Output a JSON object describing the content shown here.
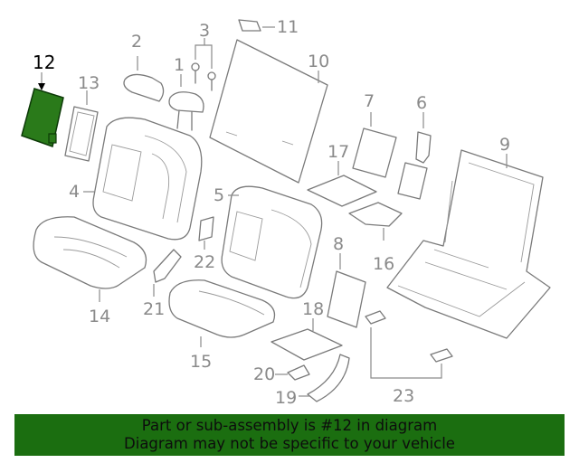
{
  "callouts": {
    "c1": "1",
    "c2": "2",
    "c3": "3",
    "c4": "4",
    "c5": "5",
    "c6": "6",
    "c7": "7",
    "c8": "8",
    "c9": "9",
    "c10": "10",
    "c11": "11",
    "c12": "12",
    "c13": "13",
    "c14": "14",
    "c15": "15",
    "c16": "16",
    "c17": "17",
    "c18": "18",
    "c19": "19",
    "c20": "20",
    "c21": "21",
    "c22": "22",
    "c23": "23"
  },
  "highlight": {
    "part": "12",
    "color": "#2a7a1a"
  },
  "banner": {
    "line1": "Part or sub-assembly is #12 in diagram",
    "line2": "Diagram may not be specific to your vehicle",
    "color": "#1b6e10"
  }
}
